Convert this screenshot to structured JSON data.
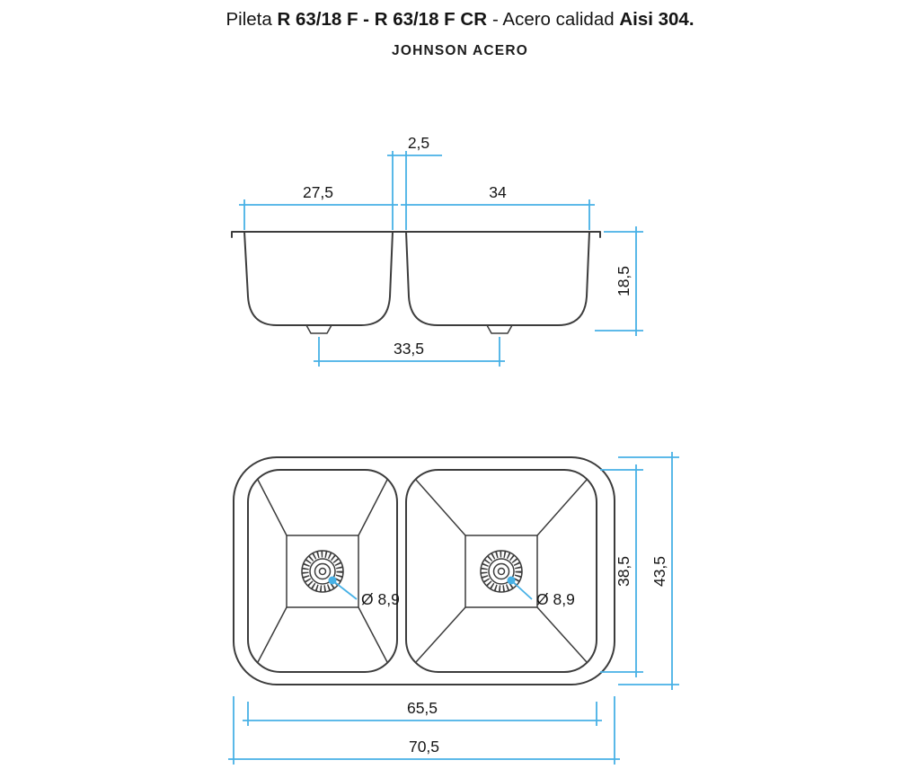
{
  "header": {
    "title_prefix": "Pileta ",
    "title_model": "R 63/18 F - R 63/18 F CR",
    "title_middle": "- Acero calidad ",
    "title_grade": "Aisi 304.",
    "brand": "JOHNSON ACERO"
  },
  "colors": {
    "dimension_blue": "#47B1E6",
    "drawing_gray": "#3C3C3C",
    "background": "#FFFFFF"
  },
  "elevation_view": {
    "dim_divider": "2,5",
    "dim_left_bowl_width": "27,5",
    "dim_right_bowl_width": "34",
    "dim_depth": "18,5",
    "dim_drain_spacing": "33,5"
  },
  "plan_view": {
    "dim_bowl_length": "38,5",
    "dim_outer_length": "43,5",
    "dim_inner_width": "65,5",
    "dim_outer_width": "70,5",
    "dim_left_drain_diameter": "Ø 8,9",
    "dim_right_drain_diameter": "Ø 8,9"
  }
}
